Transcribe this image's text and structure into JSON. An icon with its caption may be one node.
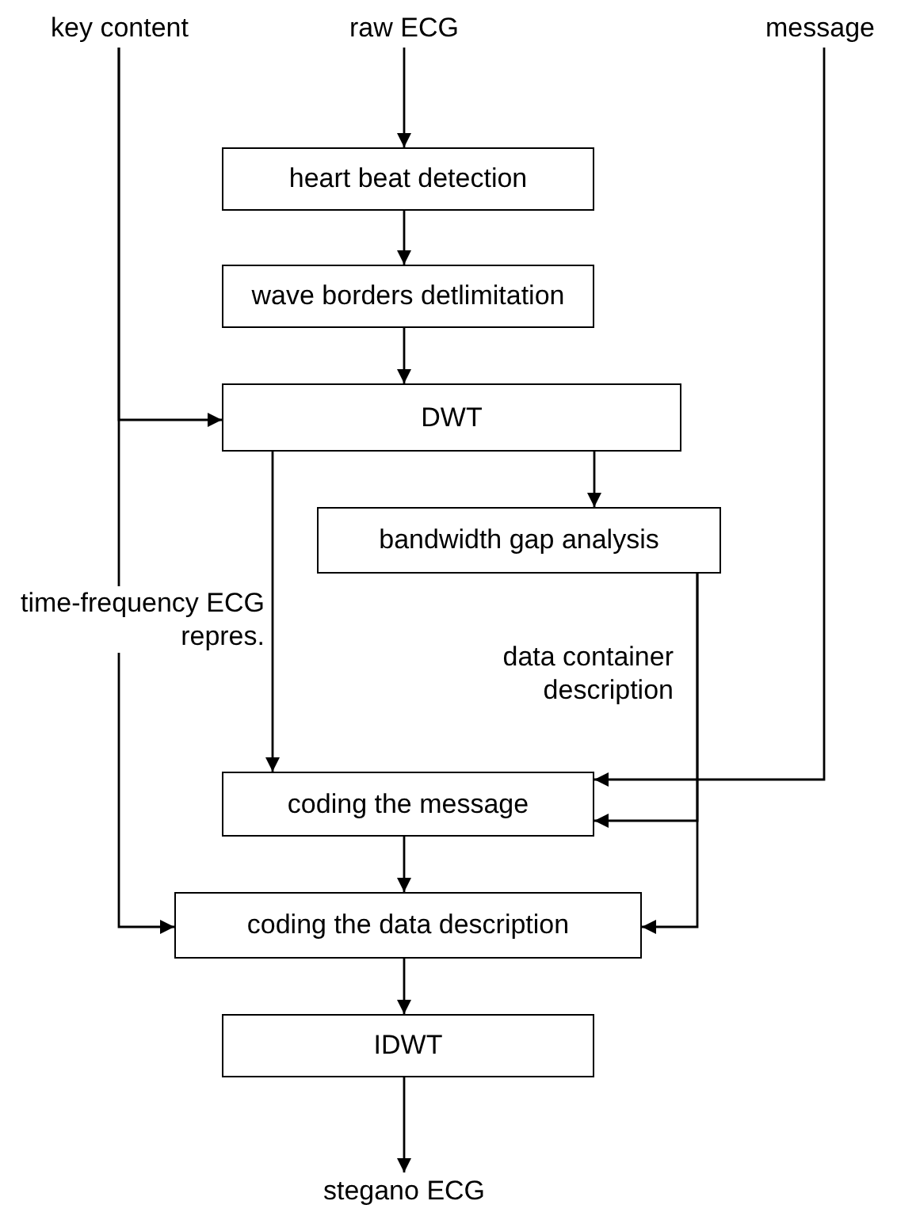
{
  "diagram": {
    "nodes": [
      {
        "text": [
          "key content"
        ]
      },
      {
        "text": [
          "raw ECG"
        ]
      },
      {
        "text": [
          "message"
        ]
      },
      {
        "text": [
          "heart beat detection"
        ]
      },
      {
        "text": [
          "wave borders detlimitation"
        ]
      },
      {
        "text": [
          "DWT"
        ]
      },
      {
        "text": [
          "bandwidth gap analysis"
        ]
      },
      {
        "text": [
          "coding the message"
        ]
      },
      {
        "text": [
          "coding the data description"
        ]
      },
      {
        "text": [
          "IDWT"
        ]
      },
      {
        "text": [
          "stegano ECG"
        ]
      }
    ],
    "edges": [
      {
        "from": 0,
        "to": 5,
        "arrow": "to"
      },
      {
        "from": 0,
        "to": 8,
        "arrow": "to"
      },
      {
        "from": 1,
        "to": 3,
        "arrow": "to"
      },
      {
        "from": 3,
        "to": 4,
        "arrow": "to"
      },
      {
        "from": 4,
        "to": 5,
        "arrow": "to"
      },
      {
        "from": 5,
        "to": 6,
        "arrow": "to"
      },
      {
        "from": 5,
        "to": 7,
        "arrow": "to",
        "label": "time-frequency ECG repres."
      },
      {
        "from": 6,
        "to": 7,
        "arrow": "to",
        "label": "data container description"
      },
      {
        "from": 6,
        "to": 8,
        "arrow": "to"
      },
      {
        "from": 2,
        "to": 7,
        "arrow": "to"
      },
      {
        "from": 7,
        "to": 8,
        "arrow": "to"
      },
      {
        "from": 8,
        "to": 9,
        "arrow": "to"
      },
      {
        "from": 9,
        "to": 10,
        "arrow": "to"
      }
    ]
  }
}
